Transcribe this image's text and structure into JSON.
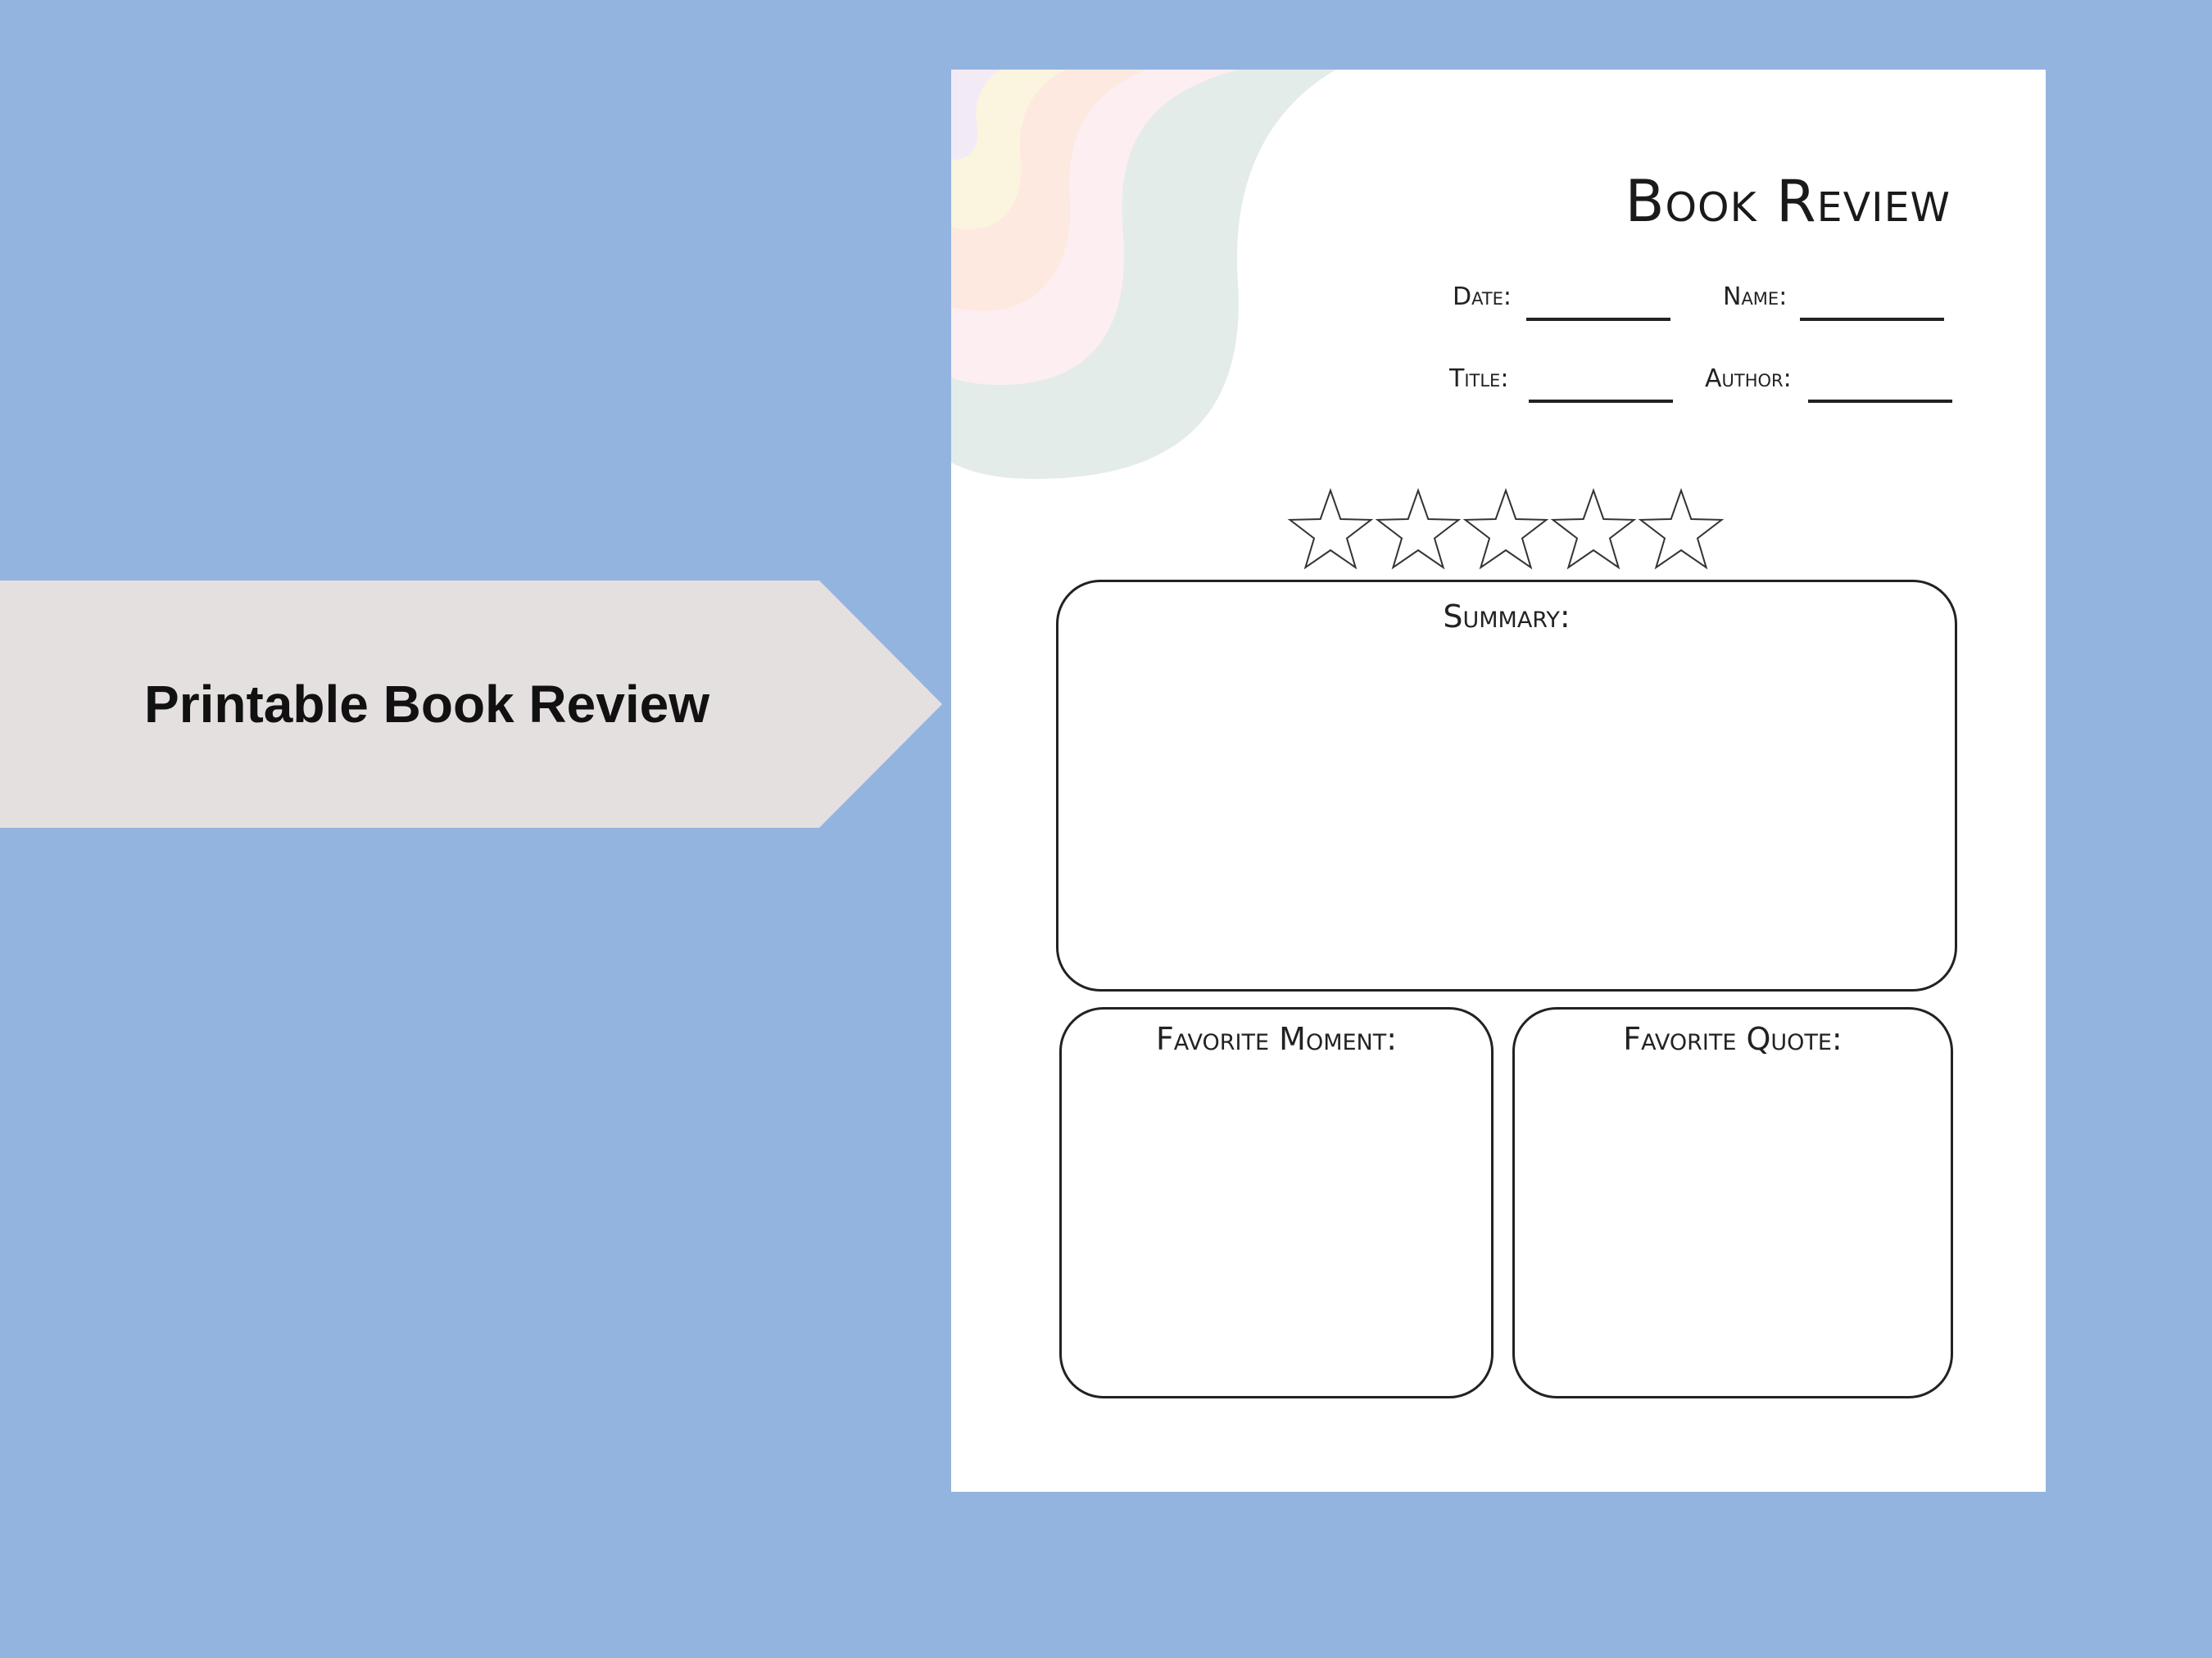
{
  "banner": {
    "text": "Printable Book Review",
    "color": "#e5e0e0"
  },
  "background_color": "#94b4e0",
  "sheet": {
    "title": "Book Review",
    "fields": {
      "date": "Date:",
      "name": "Name:",
      "title": "Title:",
      "author": "Author:"
    },
    "rating": {
      "max_stars": 5,
      "filled": 0
    },
    "summary_label": "Summary:",
    "favorite_moment_label": "Favorite Moment:",
    "favorite_quote_label": "Favorite Quote:",
    "swirl_colors": [
      "#e4ecea",
      "#fdeef1",
      "#fde9e0",
      "#fbf4df",
      "#f2ebf6"
    ]
  }
}
